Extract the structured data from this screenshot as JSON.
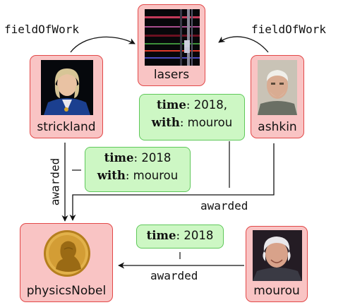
{
  "nodes": {
    "lasers": "lasers",
    "strickland": "strickland",
    "ashkin": "ashkin",
    "physicsNobel": "physicsNobel",
    "mourou": "mourou"
  },
  "edge_labels": {
    "strickland_field": "fieldOfWork",
    "ashkin_field": "fieldOfWork",
    "strickland_awarded": "awarded",
    "ashkin_awarded": "awarded",
    "mourou_awarded": "awarded"
  },
  "qualifiers": {
    "ashkin": {
      "time_key": "time",
      "time_value": "2018,",
      "with_key": "with",
      "with_value": "mourou"
    },
    "strickland": {
      "time_key": "time",
      "time_value": "2018",
      "with_key": "with",
      "with_value": "mourou"
    },
    "mourou": {
      "time_key": "time",
      "time_value": "2018"
    }
  },
  "icons": {
    "lasers": "laser-beams-photo",
    "strickland": "portrait-photo",
    "ashkin": "portrait-photo",
    "physicsNobel": "nobel-medal",
    "mourou": "portrait-photo"
  }
}
